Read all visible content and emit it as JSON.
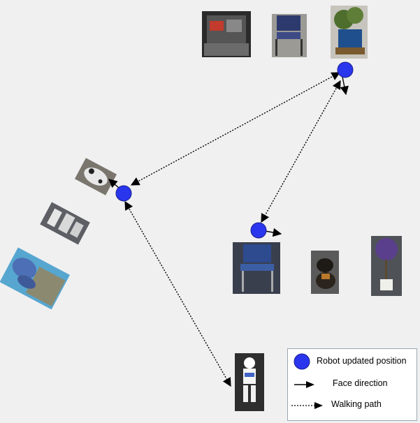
{
  "colors": {
    "background": "#f0f0f0",
    "robot_marker": "#2a35ee",
    "arrow": "#000000"
  },
  "objects": [
    {
      "name": "robot-chassis-photo",
      "kind": "photo"
    },
    {
      "name": "chair-photo",
      "kind": "photo"
    },
    {
      "name": "potted-plant-photo",
      "kind": "photo"
    },
    {
      "name": "dog-plush-photo",
      "kind": "photo"
    },
    {
      "name": "nao-robot-parts-photo",
      "kind": "photo"
    },
    {
      "name": "elephant-plush-photo",
      "kind": "photo"
    },
    {
      "name": "blue-chair-photo",
      "kind": "photo"
    },
    {
      "name": "toy-dog-photo",
      "kind": "photo"
    },
    {
      "name": "purple-flower-photo",
      "kind": "photo"
    },
    {
      "name": "nao-robot-photo",
      "kind": "photo"
    }
  ],
  "legend": {
    "items": [
      {
        "symbol": "robot-marker-icon",
        "label": "Robot updated position"
      },
      {
        "symbol": "face-direction-arrow-icon",
        "label": "Face direction"
      },
      {
        "symbol": "walking-path-arrow-icon",
        "label": "Walking path"
      }
    ]
  }
}
